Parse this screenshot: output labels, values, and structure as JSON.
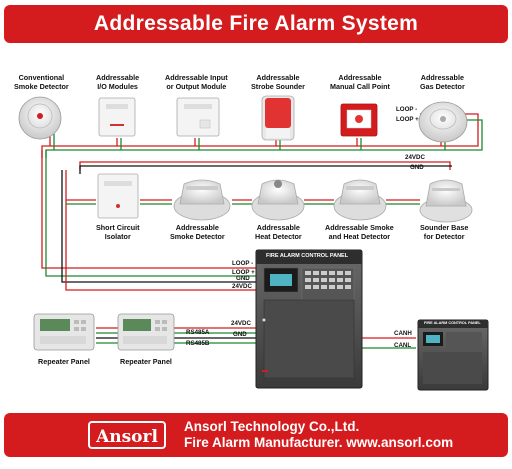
{
  "header": {
    "title": "Addressable Fire Alarm System"
  },
  "devices": {
    "conventional_smoke": "Conventional\nSmoke Detector",
    "io_modules": "Addressable\nI/O Modules",
    "io_module": "Addressable Input\nor Output Module",
    "strobe": "Addressable\nStrobe Sounder",
    "call_point": "Addressable\nManual Call Point",
    "gas": "Addressable\nGas Detector",
    "isolator": "Short Circuit\nIsolator",
    "smoke": "Addressable\nSmoke Detector",
    "heat": "Addressable\nHeat Detector",
    "smoke_heat": "Addressable Smoke\nand Heat Detector",
    "sounder_base": "Sounder Base\nfor Detector",
    "repeater1": "Repeater Panel",
    "repeater2": "Repeater Panel"
  },
  "wires": {
    "loop_minus_top": "LOOP -",
    "loop_plus_top": "LOOP +",
    "v24_top": "24VDC",
    "gnd_top": "GND",
    "loop_minus": "LOOP -",
    "loop_plus": "LOOP +",
    "gnd": "GND",
    "v24": "24VDC",
    "v24_rep": "24VDC",
    "rs485a": "RS485A",
    "gnd_rep": "GND",
    "rs485b": "RS485B",
    "canh": "CANH",
    "canl": "CANL"
  },
  "panel": {
    "title": "FIRE ALARM CONTROL PANEL",
    "small_title": "FIRE ALARM CONTROL PANEL"
  },
  "footer": {
    "logo": "Ansorl",
    "company": "Ansorl Technology Co.,Ltd.",
    "tagline": "Fire Alarm Manufacturer. www.ansorl.com"
  },
  "colors": {
    "banner": "#d41c1f",
    "wire_red": "#d41c1f",
    "wire_green": "#1a8a2e",
    "wire_black": "#111111"
  }
}
